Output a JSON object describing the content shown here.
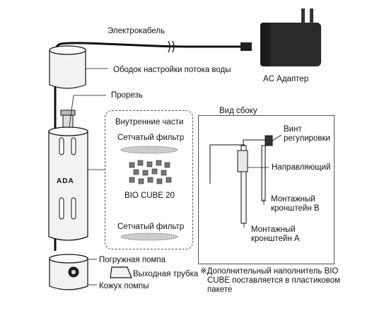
{
  "labels": {
    "cable": "Электрокабель",
    "adapter": "AC Адаптер",
    "flow_ring": "Ободок настройки потока воды",
    "slot": "Прорезь",
    "inner_parts": "Внутренние части",
    "mesh_filter_top": "Сетчатый фильтр",
    "bio_cube": "BIO CUBE 20",
    "mesh_filter_bottom": "Сетчатый фильтр",
    "pump": "Погружная помпа",
    "outlet_tube": "Выходная трубка",
    "pump_cover": "Кожух помпы",
    "side_view": "Вид сбоку",
    "screw_line1": "Винт",
    "screw_line2": "регулировки",
    "guide": "Направляющий",
    "bracket_b_line1": "Монтажный",
    "bracket_b_line2": "кронштейн В",
    "bracket_a_line1": "Монтажный",
    "bracket_a_line2": "кронштейн А",
    "note_line1": "※Дополнительный наполнитель BIO",
    "note_line2": "CUBE поставляется в пластиковом",
    "note_line3": "пакете",
    "brand": "ADA"
  },
  "colors": {
    "line": "#111111",
    "device_fill": "#f2f2f2",
    "adapter_fill": "#2a2a2a"
  }
}
